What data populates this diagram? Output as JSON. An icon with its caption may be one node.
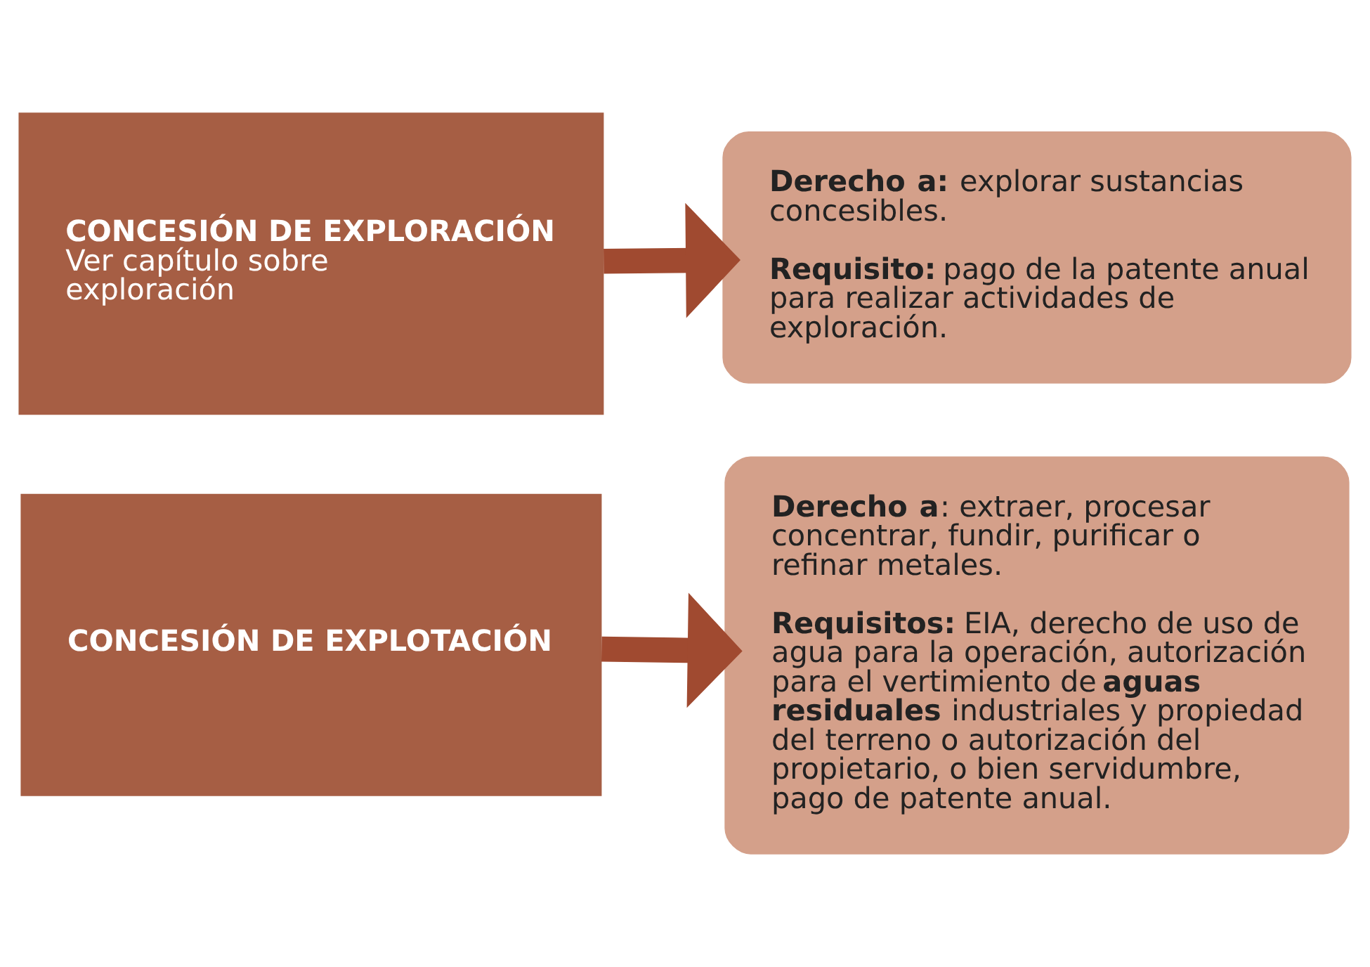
{
  "diagram": {
    "nodes": [
      {
        "text": [
          "CONCESIÓN DE EXPLORACIÓN",
          "Ver capítulo sobre exploración"
        ]
      },
      {
        "text": [
          "**Derecho a:** explorar sustancias concesibles.",
          "**Requisito:** pago de la patente anual para realizar actividades de exploración."
        ]
      },
      {
        "text": [
          "CONCESIÓN DE EXPLOTACIÓN"
        ]
      },
      {
        "text": [
          "**Derecho a**: extraer, procesar concentrar, fundir, purificar o refinar metales.",
          "**Requisitos:** EIA, derecho de uso de agua para la operación, autorización para el vertimiento de **aguas residuales** industriales y propiedad del terreno o autorización del propietario, o bien servidumbre, pago de patente anual."
        ]
      }
    ],
    "edges": [
      {
        "from": 0,
        "to": 1,
        "arrow": "to"
      },
      {
        "from": 2,
        "to": 3,
        "arrow": "to"
      }
    ]
  }
}
